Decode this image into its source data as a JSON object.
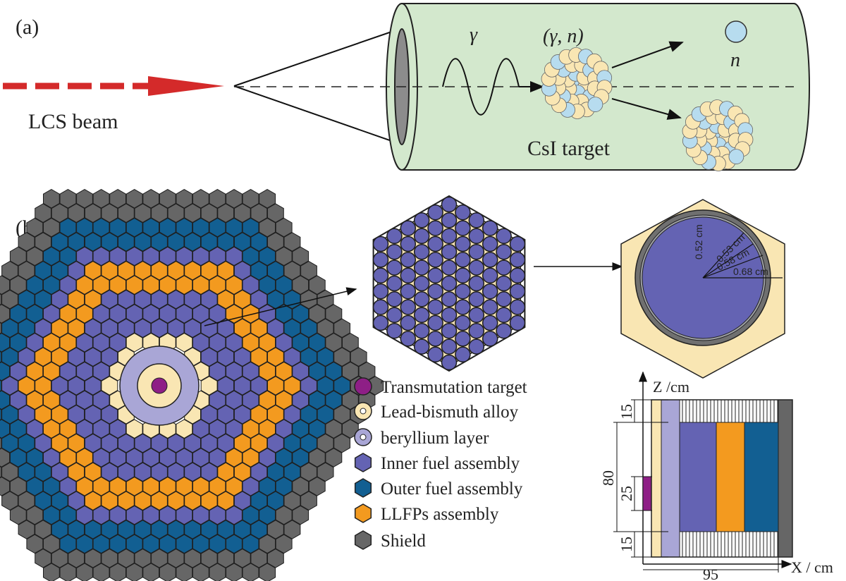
{
  "panel_a": {
    "label": "(a)",
    "beam_label": "LCS beam",
    "gamma": "γ",
    "reaction": "(γ, n)",
    "neutron": "n",
    "target_label": "CsI target",
    "colors": {
      "beam": "#d42a2a",
      "cylinder": "#d3e8cd",
      "nucleon_a": "#f9e6b3",
      "nucleon_b": "#b7dcef"
    }
  },
  "panel_b": {
    "label": "(b)",
    "legend": [
      {
        "label": "Transmutation target",
        "color": "#8e1f86",
        "icon": "purple-dot-icon"
      },
      {
        "label": "Lead-bismuth alloy",
        "color": "#f9e6b3",
        "icon": "lead-bismuth-ring-icon"
      },
      {
        "label": "beryllium layer",
        "color": "#a9a6d6",
        "icon": "beryllium-ring-icon"
      },
      {
        "label": "Inner fuel assembly",
        "color": "#6463b3",
        "icon": "inner-fuel-hex-icon"
      },
      {
        "label": "Outer fuel assembly",
        "color": "#125f92",
        "icon": "outer-fuel-hex-icon"
      },
      {
        "label": "LLFPs assembly",
        "color": "#f39a1f",
        "icon": "llfp-hex-icon"
      },
      {
        "label": "Shield",
        "color": "#666666",
        "icon": "shield-hex-icon"
      }
    ],
    "pin_radii": [
      "0.52 cm",
      "0.53 cm",
      "0.58 cm",
      "0.68 cm"
    ],
    "axial": {
      "z_axis": "Z /cm",
      "x_axis": "X / cm",
      "dims": {
        "top": "15",
        "middle": "80",
        "target": "25",
        "bottom": "15",
        "width": "95"
      }
    }
  }
}
